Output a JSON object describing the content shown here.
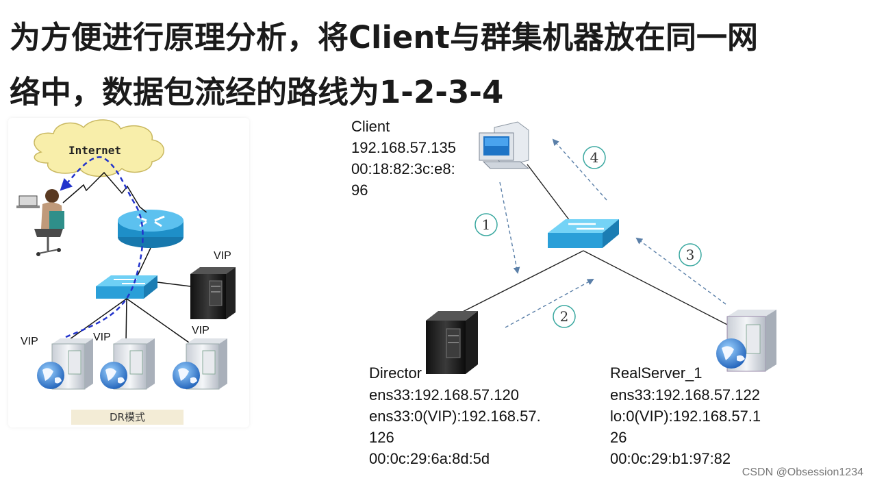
{
  "title": {
    "line1": "为方便进行原理分析，将Client与群集机器放在同一网",
    "line2": "络中，数据包流经的路线为1-2-3-4"
  },
  "left_diagram": {
    "internet_label": "Internet",
    "vip_labels": [
      "VIP",
      "VIP",
      "VIP",
      "VIP"
    ],
    "caption": "DR模式"
  },
  "client": {
    "name": "Client",
    "ip": "192.168.57.135",
    "mac_line1": "00:18:82:3c:e8:",
    "mac_line2": "96"
  },
  "director": {
    "name": "Director",
    "ens33": "ens33:192.168.57.120",
    "vip_line1": "ens33:0(VIP):192.168.57.",
    "vip_line2": "126",
    "mac": "00:0c:29:6a:8d:5d"
  },
  "realserver": {
    "name": "RealServer_1",
    "ens33": "ens33:192.168.57.122",
    "vip_line1": "lo:0(VIP):192.168.57.1",
    "vip_line2": "26",
    "mac": "00:0c:29:b1:97:82"
  },
  "steps": [
    "1",
    "2",
    "3",
    "4"
  ],
  "watermark": "CSDN @Obsession1234",
  "colors": {
    "switch_blue": "#2a9fd8",
    "router_blue": "#1e8fc8",
    "arrow_blue": "#2233cc",
    "cloud_yellow": "#f8eeaa",
    "dashed_arrow": "#5a7fa8"
  }
}
